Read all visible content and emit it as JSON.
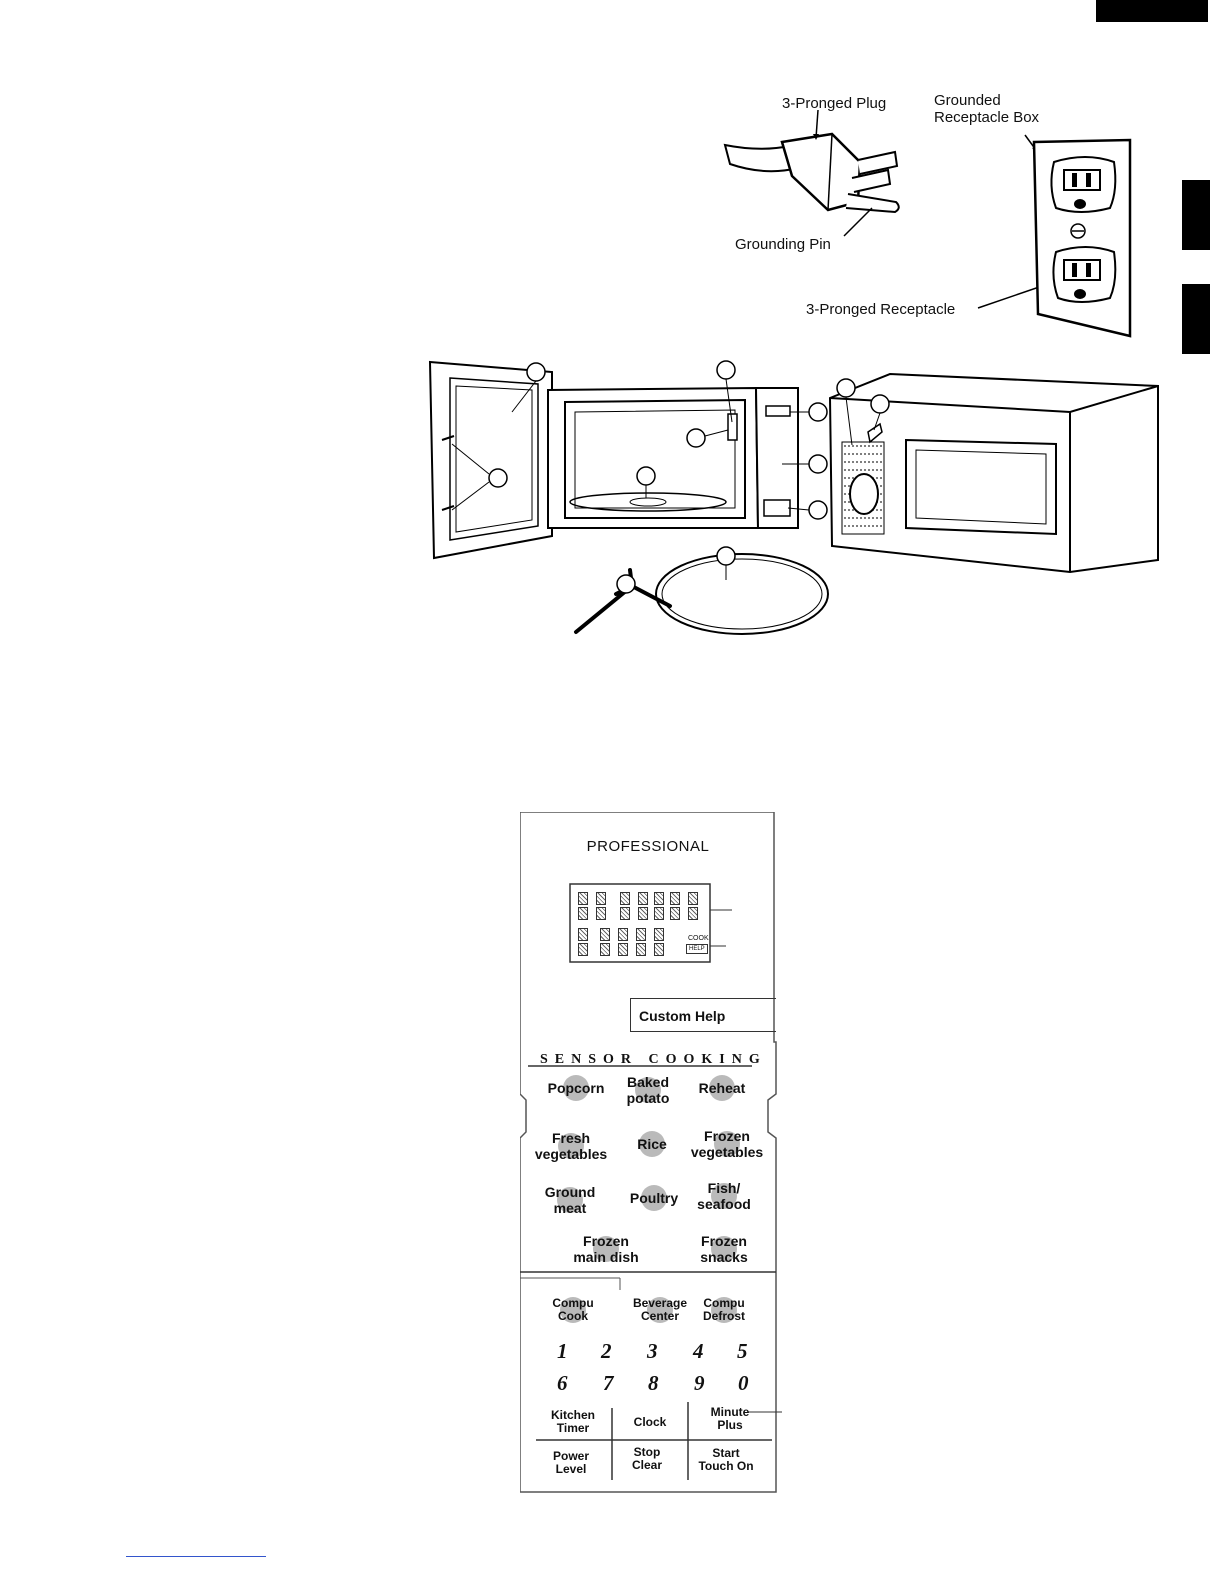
{
  "plug_diagram": {
    "labels": {
      "plug": "3-Pronged Plug",
      "box_line1": "Grounded",
      "box_line2": "Receptacle Box",
      "pin": "Grounding Pin",
      "receptacle": "3-Pronged Receptacle"
    }
  },
  "control_panel": {
    "brand_title": "PROFESSIONAL",
    "display_labels": {
      "cook": "COOK",
      "help": "HELP"
    },
    "custom_help": "Custom Help",
    "sensor_title": "SENSOR COOKING",
    "sensor_keys": [
      "Popcorn",
      "Baked\npotato",
      "Reheat",
      "Fresh\nvegetables",
      "Rice",
      "Frozen\nvegetables",
      "Ground\nmeat",
      "Poultry",
      "Fish/\nseafood",
      "Frozen\nmain dish",
      "Frozen\nsnacks"
    ],
    "function_keys": [
      "Compu\nCook",
      "Beverage\nCenter",
      "Compu\nDefrost"
    ],
    "number_keys": [
      "1",
      "2",
      "3",
      "4",
      "5",
      "6",
      "7",
      "8",
      "9",
      "0"
    ],
    "bottom_keys": [
      "Kitchen\nTimer",
      "Clock",
      "Minute\nPlus",
      "Power\nLevel",
      "Stop\nClear",
      "Start\nTouch On"
    ]
  }
}
